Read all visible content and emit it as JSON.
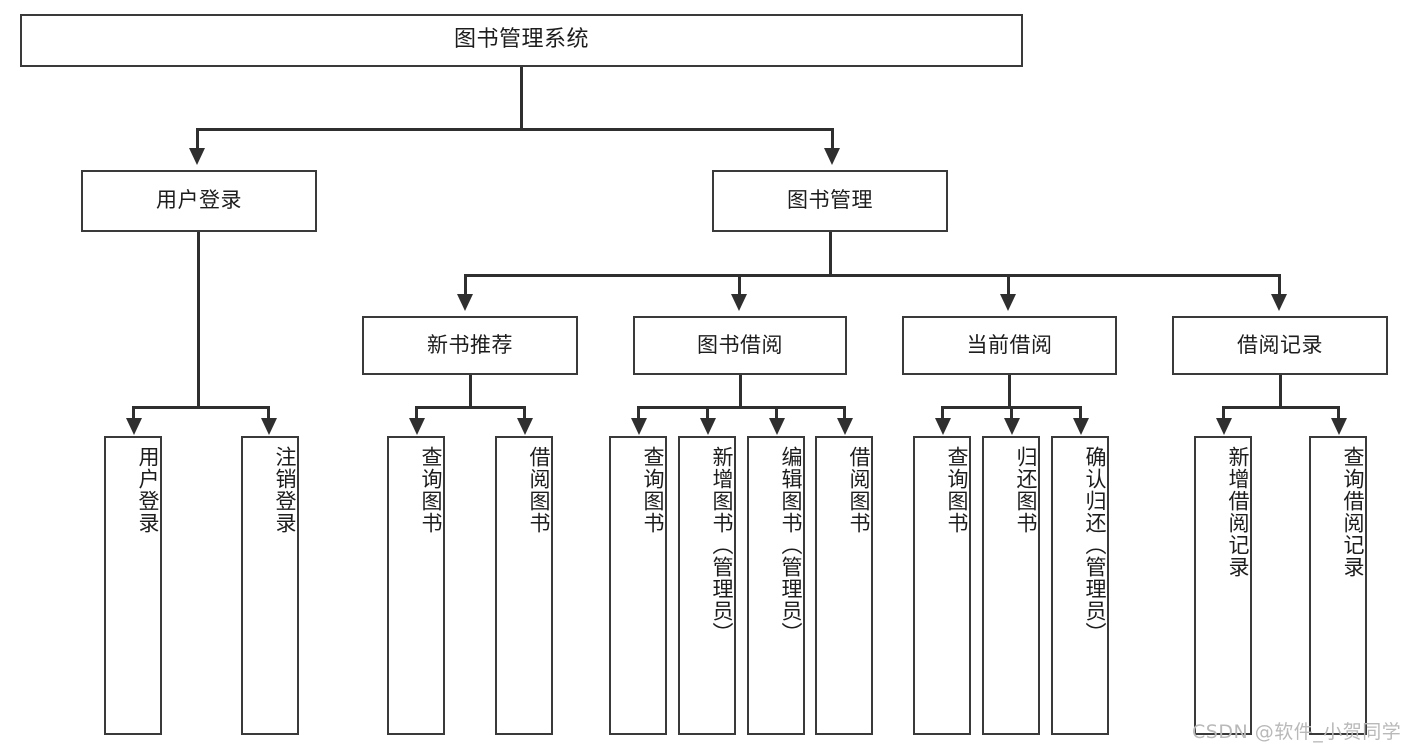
{
  "diagram": {
    "type": "tree-hierarchy",
    "title": "图书管理系统",
    "watermark": "CSDN @软件_小贺同学",
    "colors": {
      "box_border": "#3a3a3a",
      "connector": "#2f2f2f",
      "background": "#ffffff",
      "text": "#1d1d1d",
      "watermark": "#b9b9b9"
    },
    "levels": {
      "root": "图书管理系统",
      "level2": [
        "用户登录",
        "图书管理"
      ],
      "level3": [
        "新书推荐",
        "图书借阅",
        "当前借阅",
        "借阅记录"
      ]
    },
    "nodes": {
      "root": "图书管理系统",
      "user_login": "用户登录",
      "book_manage": "图书管理",
      "new_book_rec": "新书推荐",
      "book_borrow": "图书借阅",
      "current_borrow": "当前借阅",
      "borrow_record": "借阅记录",
      "leaf_user_login": "用户登录",
      "leaf_logout": "注销登录",
      "leaf_query_book_1": "查询图书",
      "leaf_borrow_book_1": "借阅图书",
      "leaf_query_book_2": "查询图书",
      "leaf_add_book": "新增图书（管理员）",
      "leaf_edit_book": "编辑图书（管理员）",
      "leaf_borrow_book_2": "借阅图书",
      "leaf_query_book_3": "查询图书",
      "leaf_return_book": "归还图书",
      "leaf_confirm_return": "确认归还（管理员）",
      "leaf_add_record": "新增借阅记录",
      "leaf_query_record": "查询借阅记录"
    },
    "tree": {
      "name": "图书管理系统",
      "children": [
        {
          "name": "用户登录",
          "children": [
            {
              "name": "用户登录"
            },
            {
              "name": "注销登录"
            }
          ]
        },
        {
          "name": "图书管理",
          "children": [
            {
              "name": "新书推荐",
              "children": [
                {
                  "name": "查询图书"
                },
                {
                  "name": "借阅图书"
                }
              ]
            },
            {
              "name": "图书借阅",
              "children": [
                {
                  "name": "查询图书"
                },
                {
                  "name": "新增图书（管理员）"
                },
                {
                  "name": "编辑图书（管理员）"
                },
                {
                  "name": "借阅图书"
                }
              ]
            },
            {
              "name": "当前借阅",
              "children": [
                {
                  "name": "查询图书"
                },
                {
                  "name": "归还图书"
                },
                {
                  "name": "确认归还（管理员）"
                }
              ]
            },
            {
              "name": "借阅记录",
              "children": [
                {
                  "name": "新增借阅记录"
                },
                {
                  "name": "查询借阅记录"
                }
              ]
            }
          ]
        }
      ]
    }
  }
}
